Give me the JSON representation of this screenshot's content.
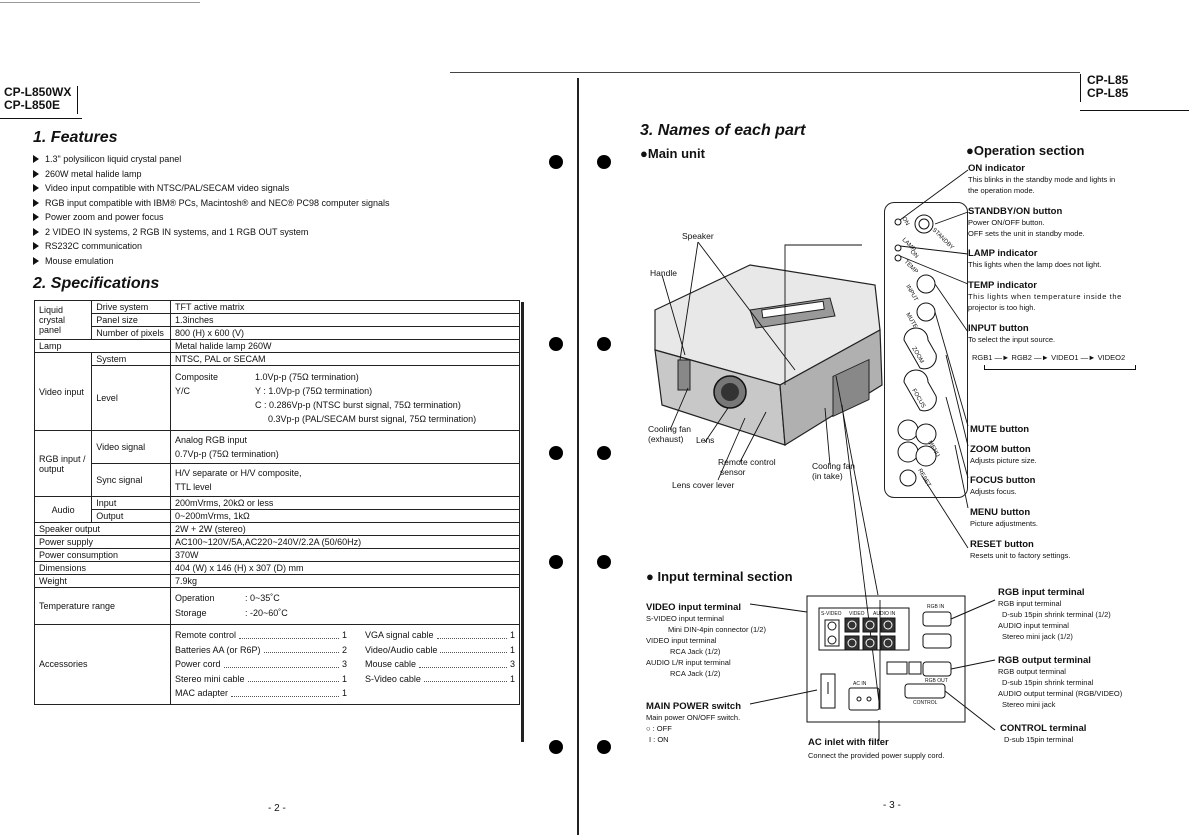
{
  "left": {
    "model_lines": [
      "CP-L850WX",
      "CP-L850E"
    ],
    "features_title": "1. Features",
    "features": [
      "1.3\" polysilicon liquid crystal panel",
      "260W metal halide lamp",
      "Video input compatible with NTSC/PAL/SECAM video signals",
      "RGB input compatible with IBM® PCs, Macintosh® and NEC® PC98 computer signals",
      "Power zoom and power focus",
      "2 VIDEO IN systems, 2 RGB IN systems, and 1 RGB OUT system",
      "RS232C communication",
      "Mouse emulation"
    ],
    "spec_title": "2. Specifications",
    "spec": {
      "lcp": "Liquid crystal panel",
      "drive_system": "Drive system",
      "drive_system_val": "TFT active matrix",
      "panel_size": "Panel size",
      "panel_size_val": "1.3inches",
      "pixels": "Number of pixels",
      "pixels_val": "800 (H) x 600 (V)",
      "lamp": "Lamp",
      "lamp_val": "Metal halide lamp 260W",
      "video_input": "Video input",
      "system": "System",
      "system_val": "NTSC, PAL or SECAM",
      "level": "Level",
      "level_lines": [
        [
          "Composite",
          "1.0Vp-p (75Ω termination)"
        ],
        [
          "Y/C",
          "Y : 1.0Vp-p (75Ω termination)"
        ],
        [
          "",
          "C : 0.286Vp-p (NTSC burst signal, 75Ω termination)"
        ],
        [
          "",
          "0.3Vp-p (PAL/SECAM burst signal, 75Ω termination)"
        ]
      ],
      "rgb_io": "RGB input / output",
      "video_signal": "Video signal",
      "video_signal_lines": [
        "Analog RGB input",
        "0.7Vp-p (75Ω termination)"
      ],
      "sync_signal": "Sync signal",
      "sync_signal_lines": [
        "H/V separate or H/V composite,",
        "TTL level"
      ],
      "audio": "Audio",
      "input": "Input",
      "input_val": "200mVrms, 20kΩ or less",
      "output": "Output",
      "output_val": "0~200mVrms, 1kΩ",
      "speaker_output": "Speaker output",
      "speaker_output_val": "2W + 2W (stereo)",
      "power_supply": "Power supply",
      "power_supply_val": "AC100~120V/5A,AC220~240V/2.2A (50/60Hz)",
      "power_consumption": "Power consumption",
      "power_consumption_val": "370W",
      "dimensions": "Dimensions",
      "dimensions_val": "404 (W) x 146 (H) x 307 (D) mm",
      "weight": "Weight",
      "weight_val": "7.9kg",
      "temp_range": "Temperature range",
      "operation": "Operation",
      "operation_val": ": 0~35˚C",
      "storage": "Storage",
      "storage_val": ": -20~60˚C",
      "accessories": "Accessories",
      "acc_left": [
        [
          "Remote control",
          "1"
        ],
        [
          "Batteries AA (or R6P)",
          "2"
        ],
        [
          "Power cord",
          "3"
        ],
        [
          "Stereo mini cable",
          "1"
        ],
        [
          "MAC adapter",
          "1"
        ]
      ],
      "acc_right": [
        [
          "VGA signal cable",
          "1"
        ],
        [
          "Video/Audio cable",
          "1"
        ],
        [
          "Mouse cable",
          "3"
        ],
        [
          "S-Video cable",
          "1"
        ]
      ]
    },
    "page_no": "- 2 -"
  },
  "right": {
    "model_lines": [
      "CP-L85",
      "CP-L85"
    ],
    "names_title": "3. Names of each part",
    "main_unit": "Main unit",
    "labels": {
      "speaker": "Speaker",
      "handle": "Handle",
      "cooling_fan_exhaust": [
        "Cooling fan",
        "(exhaust)"
      ],
      "lens": "Lens",
      "remote_sensor": [
        "Remote control",
        "sensor"
      ],
      "cooling_fan_intake": [
        "Cooling fan",
        "(in take)"
      ],
      "lens_cover": "Lens cover lever"
    },
    "panel_labels": [
      "ON",
      "STANDBY",
      "LAMP",
      "ON",
      "TEMP",
      "INPUT",
      "MUTE",
      "ZOOM",
      "FOCUS",
      "MENU",
      "RESET"
    ],
    "operation_title": "Operation section",
    "operation_items": [
      {
        "name": "ON indicator",
        "desc": [
          "This blinks in the standby mode and lights in",
          "the operation mode."
        ]
      },
      {
        "name": "STANDBY/ON button",
        "desc": [
          "Power ON/OFF button.",
          "OFF sets the unit in standby mode."
        ]
      },
      {
        "name": "LAMP indicator",
        "desc": [
          "This lights when the lamp does not light."
        ]
      },
      {
        "name": "TEMP indicator",
        "desc": [
          "This lights when temperature inside the",
          "projector is too high."
        ]
      },
      {
        "name": "INPUT button",
        "desc": [
          "To select the input source."
        ]
      },
      {
        "name": "MUTE button",
        "desc": []
      },
      {
        "name": "ZOOM button",
        "desc": [
          "Adjusts picture size."
        ]
      },
      {
        "name": "FOCUS button",
        "desc": [
          "Adjusts focus."
        ]
      },
      {
        "name": "MENU button",
        "desc": [
          "Picture adjustments."
        ]
      },
      {
        "name": "RESET button",
        "desc": [
          "Resets unit to factory settings."
        ]
      }
    ],
    "input_cycle": [
      "RGB1",
      "RGB2",
      "VIDEO1",
      "VIDEO2"
    ],
    "input_title": "Input terminal section",
    "video_input_terminal": "VIDEO input terminal",
    "video_input_desc": [
      "S-VIDEO input terminal",
      "Mini DIN-4pin connector (1/2)",
      "VIDEO input terminal",
      "RCA Jack (1/2)",
      "AUDIO L/R input terminal",
      "RCA Jack (1/2)"
    ],
    "main_power": "MAIN POWER switch",
    "main_power_desc": [
      "Main power ON/OFF switch.",
      "○ : OFF",
      "I : ON"
    ],
    "ac_inlet": "AC inlet with filter",
    "ac_inlet_desc": "Connect the provided power supply cord.",
    "rgb_input_terminal": "RGB input terminal",
    "rgb_input_desc": [
      "RGB input terminal",
      "D-sub 15pin shrink terminal (1/2)",
      "AUDIO input terminal",
      "Stereo mini jack (1/2)"
    ],
    "rgb_output_terminal": "RGB output terminal",
    "rgb_output_desc": [
      "RGB output terminal",
      "D-sub 15pin shrink terminal",
      "AUDIO output terminal (RGB/VIDEO)",
      "Stereo mini jack"
    ],
    "control_terminal": "CONTROL terminal",
    "control_desc": "D-sub 15pin terminal",
    "panel_text": [
      "S-VIDEO",
      "VIDEO",
      "AUDIO IN",
      "RGB IN",
      "RGB OUT",
      "CONTROL",
      "AC IN"
    ],
    "page_no": "- 3 -"
  }
}
